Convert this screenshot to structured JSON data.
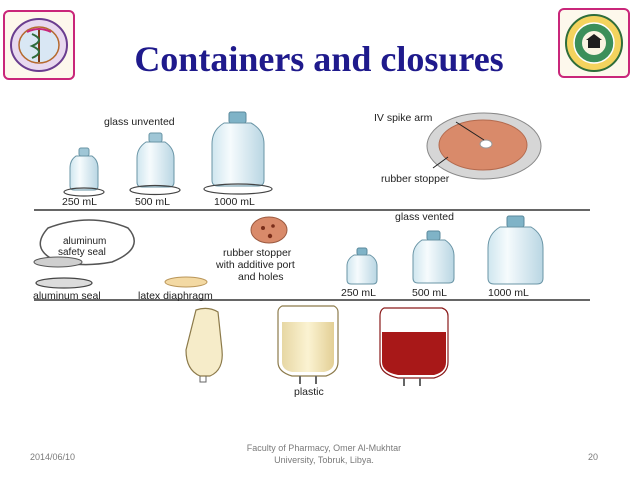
{
  "slide": {
    "title": "Containers and closures",
    "footer": {
      "date": "2014/06/10",
      "center_line1": "Faculty of Pharmacy, Omer Al-Mukhtar",
      "center_line2": "University, Tobruk, Libya.",
      "page_number": "20"
    }
  },
  "figure": {
    "glass_unvented": {
      "heading": "glass unvented",
      "sizes": [
        "250 mL",
        "500 mL",
        "1000 mL"
      ]
    },
    "iv_spike": {
      "spike_label": "IV spike arm",
      "stopper_label": "rubber stopper"
    },
    "glass_vented": {
      "heading": "glass vented",
      "sizes": [
        "250 mL",
        "500 mL",
        "1000 mL"
      ]
    },
    "closures": {
      "safety_seal_line1": "aluminum",
      "safety_seal_line2": "safety seal",
      "aluminum_seal": "aluminum seal",
      "latex": "latex diaphragm",
      "stopper_line1": "rubber stopper",
      "stopper_line2": "with additive port",
      "stopper_line3": "and holes"
    },
    "plastic_label": "plastic"
  },
  "colors": {
    "title": "#1f1a8c",
    "logo_border": "#c9267a",
    "stopper": "#d98a6a",
    "blood": "#a81818",
    "fluid": "#efe1b0"
  }
}
